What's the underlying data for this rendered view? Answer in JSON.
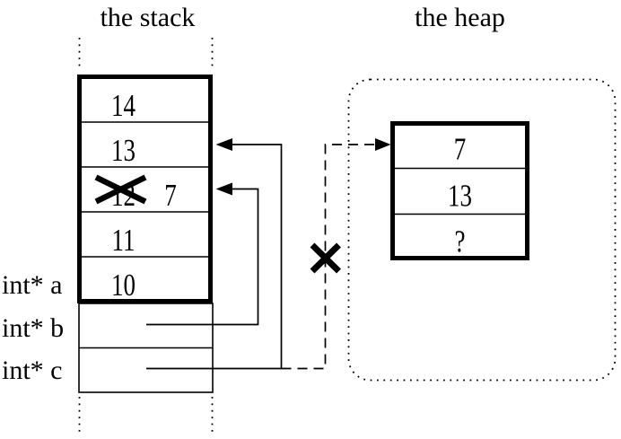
{
  "titles": {
    "stack": "the stack",
    "heap": "the heap"
  },
  "stack": {
    "cells": [
      {
        "value": "14"
      },
      {
        "value": "13"
      },
      {
        "value": "12",
        "new_value": "7",
        "crossed_out": true
      },
      {
        "value": "11"
      },
      {
        "value": "10"
      }
    ],
    "pointer_labels": [
      {
        "text": "int* a"
      },
      {
        "text": "int* b"
      },
      {
        "text": "int* c"
      }
    ]
  },
  "heap": {
    "cells": [
      {
        "value": "7"
      },
      {
        "value": "13"
      },
      {
        "value": "?"
      }
    ]
  },
  "icons": {
    "overwritten_value_cross_icon": "x-mark",
    "invalid_pointer_cross_icon": "x-mark",
    "pointer_b_arrowhead_icon": "left-triangle",
    "pointer_c_arrowhead_icon": "left-triangle",
    "dangling_pointer_arrowhead_icon": "right-triangle"
  },
  "colors": {
    "ink": "#000000",
    "background": "#ffffff"
  }
}
